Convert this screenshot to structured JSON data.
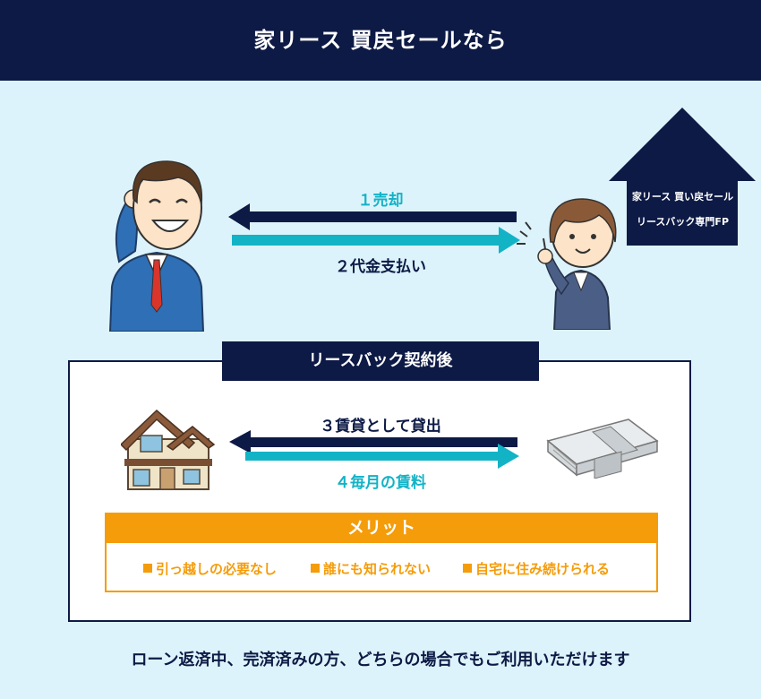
{
  "header": {
    "title": "家リース 買戻セールなら"
  },
  "top_flow": {
    "arrow1_label": "１売却",
    "arrow2_label": "２代金支払い"
  },
  "fp_sign": {
    "line1": "家リース 買い戻セール",
    "line2": "リースバック専門FP"
  },
  "leaseback": {
    "tab_label": "リースバック契約後",
    "arrow3_label": "３賃貸として貸出",
    "arrow4_label": "４毎月の賃料"
  },
  "merit": {
    "title": "メリット",
    "items": [
      "引っ越しの必要なし",
      "誰にも知られない",
      "自宅に住み続けられる"
    ]
  },
  "footer": {
    "note": "ローン返済中、完済済みの方、どちらの場合でもご利用いただけます"
  },
  "colors": {
    "navy": "#0d1a45",
    "teal": "#13b3c6",
    "orange": "#f59c0a",
    "background": "#ddf3fb"
  }
}
